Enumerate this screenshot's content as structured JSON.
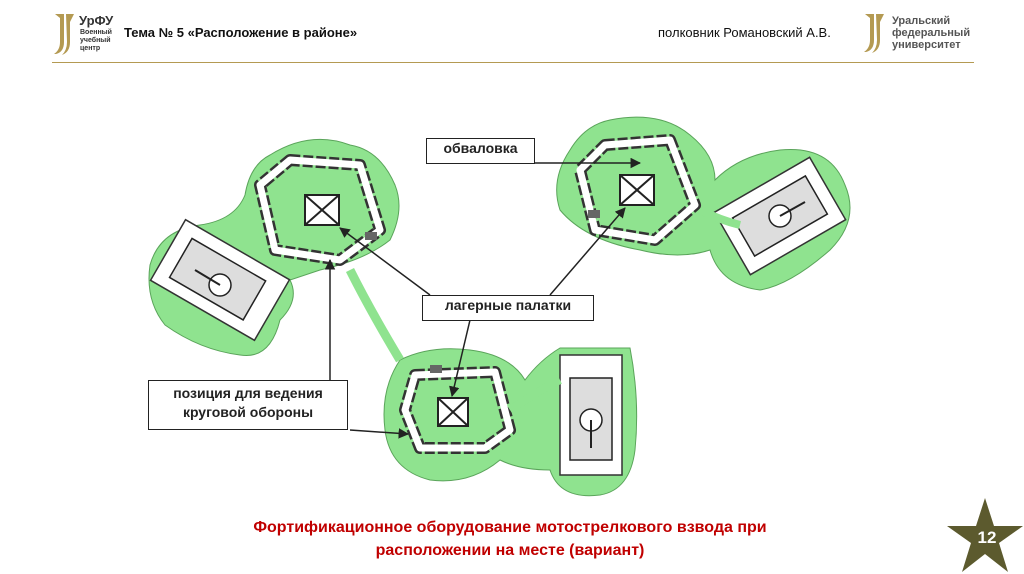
{
  "header": {
    "logo_left_text": "УрФУ",
    "logo_left_sub": [
      "Военный",
      "учебный",
      "центр"
    ],
    "topic": "Тема № 5 «Расположение в районе»",
    "author": "полковник  Романовский А.В.",
    "logo_right_text": [
      "Уральский",
      "федеральный",
      "университет"
    ]
  },
  "diagram": {
    "labels": {
      "embankment": "обваловка",
      "tents": "лагерные палатки",
      "position_line1": "позиция для ведения",
      "position_line2": "круговой обороны"
    }
  },
  "caption": {
    "line1": "Фортификационное оборудование мотострелкового взвода при",
    "line2": "расположении на месте  (вариант)"
  },
  "page_number": "12",
  "colors": {
    "caption": "#c00000",
    "fill_green": "#8fe38f",
    "accent_gold": "#b49a52",
    "star": "#5c5a2e"
  }
}
